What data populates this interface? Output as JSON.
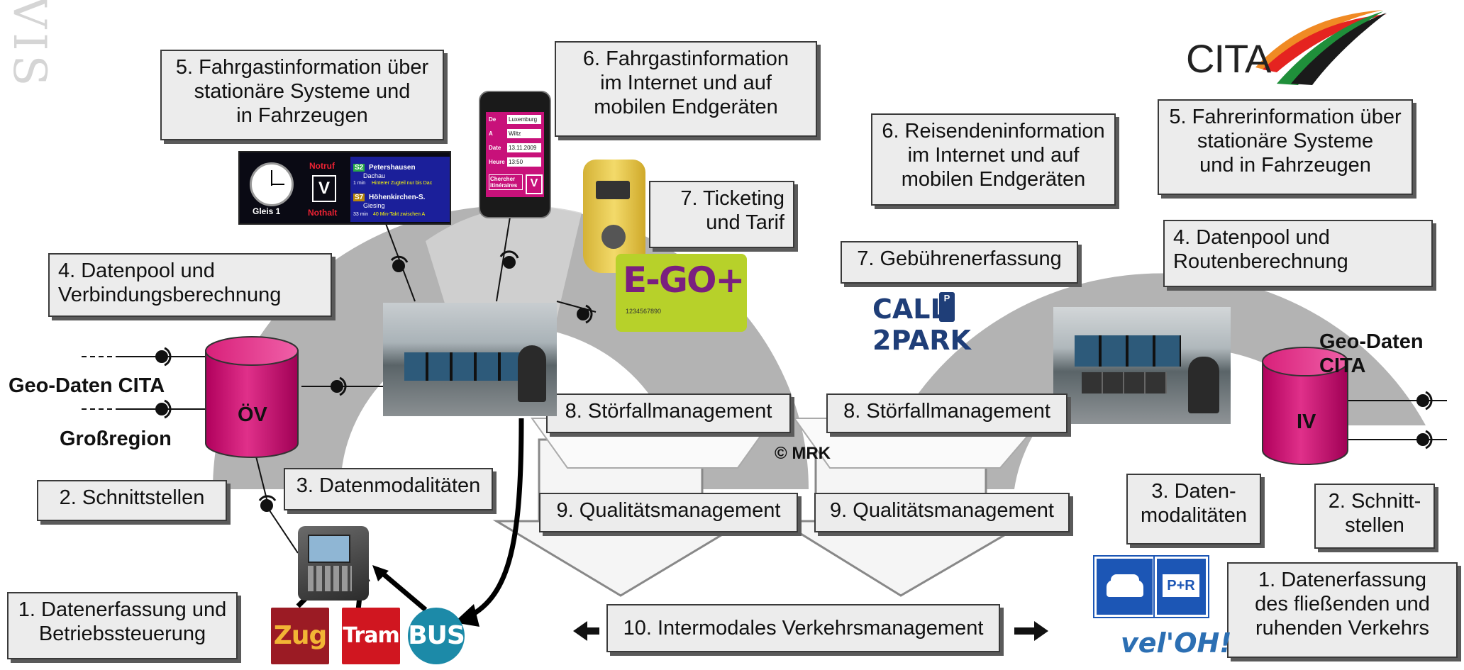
{
  "watermark": "VIS",
  "logo": {
    "text": "CITA",
    "colors": {
      "orange": "#f08a24",
      "red": "#e52320",
      "green": "#1f8f3a",
      "black": "#1a1a1a"
    }
  },
  "copyright": "© MRK",
  "left": {
    "boxes": {
      "b5": "5. Fahrgastinformation über\nstationäre Systeme und\nin Fahrzeugen",
      "b6": "6. Fahrgastinformation\nim Internet und auf\nmobilen Endgeräten",
      "b7": "7. Ticketing\nund Tarif",
      "b4": "4. Datenpool und\nVerbindungsberechnung",
      "b8": "8. Störfallmanagement",
      "b9": "9. Qualitätsmanagement",
      "b2": "2. Schnittstellen",
      "b3": "3. Datenmodalitäten",
      "b1": "1. Datenerfassung und\nBetriebssteuerung"
    },
    "labels": {
      "geo": "Geo-Daten CITA",
      "region": "Großregion"
    },
    "db_label": "ÖV",
    "station_display": {
      "clock_label": "Gleis 1",
      "emergency_top": "Notruf",
      "emergency_bottom": "Nothalt",
      "line1": "S2",
      "dest1": "Petershausen",
      "via1": "Dachau",
      "note1": "Hinterer Zugteil nur bis Dac",
      "line2": "S7",
      "dest2": "Höhenkirchen-S.",
      "via2": "Giesing",
      "note2": "40 Min-Takt zwischen A",
      "min1": "1 min",
      "min2": "33 min"
    },
    "phone": {
      "rows": [
        {
          "k": "De",
          "v": "Luxemburg"
        },
        {
          "k": "A",
          "v": "Wiltz"
        },
        {
          "k": "Date",
          "v": "13.11.2009"
        },
        {
          "k": "Heure",
          "v": "13:50"
        }
      ],
      "button": "Chercher\nitinéraires"
    },
    "card": {
      "text": "E-GO+",
      "number": "1234567890"
    },
    "transport_icons": [
      {
        "label": "Zug",
        "color": "#9b1b24",
        "fg": "#f2b535"
      },
      {
        "label": "Tram",
        "color": "#d01620",
        "fg": "#ffffff"
      },
      {
        "label": "BUS",
        "color": "#1c8aa8",
        "fg": "#ffffff"
      }
    ]
  },
  "center": {
    "b10": "10. Intermodales Verkehrsmanagement"
  },
  "right": {
    "boxes": {
      "b6": "6. Reisendeninformation\nim Internet und auf\nmobilen Endgeräten",
      "b5": "5. Fahrerinformation über\nstationäre Systeme\nund in Fahrzeugen",
      "b7": "7. Gebührenerfassung",
      "b4": "4. Datenpool und\nRoutenberechnung",
      "b8": "8. Störfallmanagement",
      "b9": "9. Qualitätsmanagement",
      "b3": "3. Daten-\nmodalitäten",
      "b2": "2. Schnitt-\nstellen",
      "b1": "1. Datenerfassung\ndes fließenden und\nruhenden Verkehrs"
    },
    "labels": {
      "geo": "Geo-Daten\nCITA"
    },
    "db_label": "IV",
    "call2park": {
      "line1": "CALL",
      "line2": "2PARK"
    },
    "signs": {
      "parking": "P+R"
    },
    "veloh": "vel'OH!"
  },
  "colors": {
    "arc": "#b3b3b3",
    "arc_inner": "#d7d7d7",
    "db": "#c8006e",
    "box": "#ececec"
  }
}
